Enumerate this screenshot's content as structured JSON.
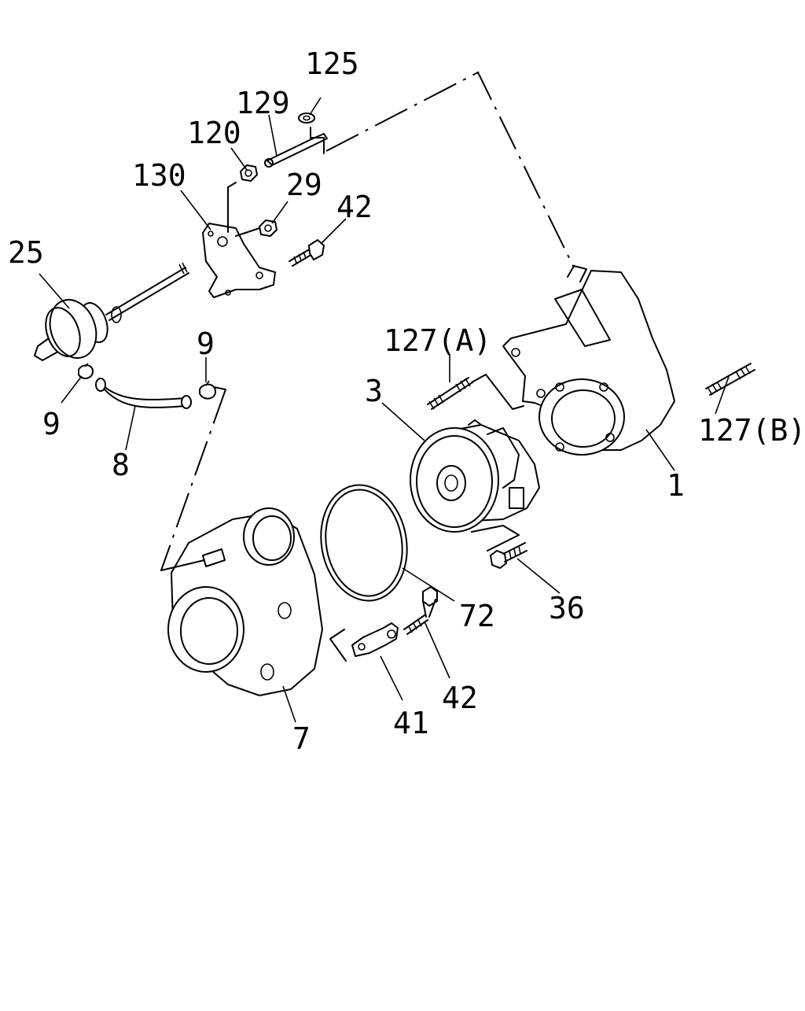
{
  "diagram": {
    "labels": {
      "p125": "125",
      "p129": "129",
      "p120": "120",
      "p130": "130",
      "p29": "29",
      "p42_top": "42",
      "p25": "25",
      "p9_right": "9",
      "p9_left": "9",
      "p8": "8",
      "p127a": "127(A)",
      "p3": "3",
      "p127b": "127(B)",
      "p1": "1",
      "p72": "72",
      "p36": "36",
      "p42_bottom": "42",
      "p41": "41",
      "p7": "7"
    }
  }
}
